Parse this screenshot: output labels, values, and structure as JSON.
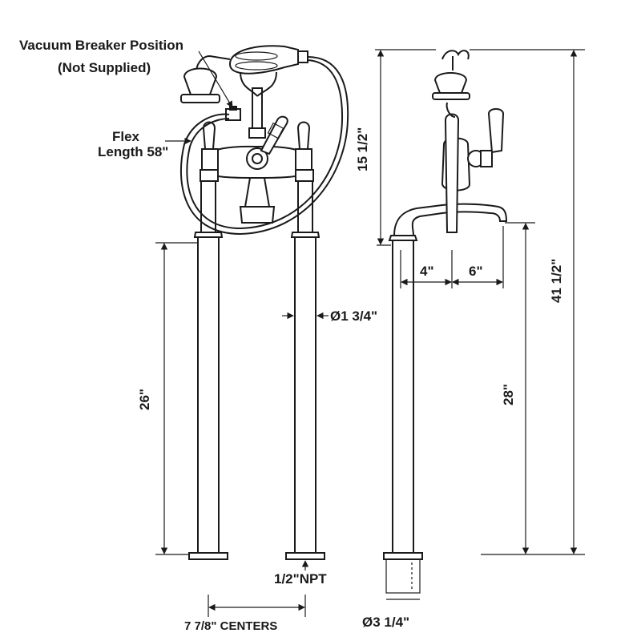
{
  "callouts": {
    "vacuum_breaker_line1": "Vacuum Breaker Position",
    "vacuum_breaker_line2": "(Not Supplied)",
    "flex_line1": "Flex",
    "flex_line2": "Length 58\""
  },
  "dimensions": {
    "riser_height_front": "26\"",
    "riser_diameter": "Ø1 3/4\"",
    "connection": "1/2\"NPT",
    "centers": "7 7/8\" CENTERS",
    "base_diameter": "Ø3 1/4\"",
    "faucet_height": "15 1/2\"",
    "offset_4": "4\"",
    "offset_6": "6\"",
    "riser_height_side": "28\"",
    "total_height": "41 1/2\""
  },
  "colors": {
    "line": "#1a1a1a",
    "background": "#ffffff"
  }
}
